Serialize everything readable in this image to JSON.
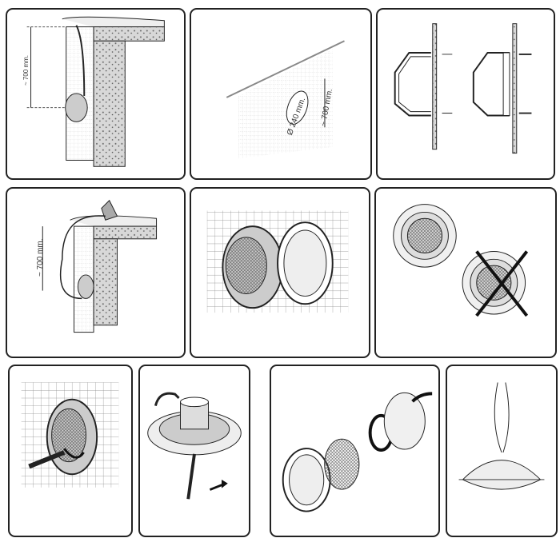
{
  "step1": {
    "depth_label": "~ 700 mm."
  },
  "step2": {
    "diameter_label": "Ø 240 mm.",
    "depth_label": "~ 700 mm."
  },
  "step4": {
    "depth_label": "~ 700 mm."
  },
  "colors": {
    "line": "#222222",
    "wall": "#9a9a9a",
    "panel_border": "#222222"
  }
}
